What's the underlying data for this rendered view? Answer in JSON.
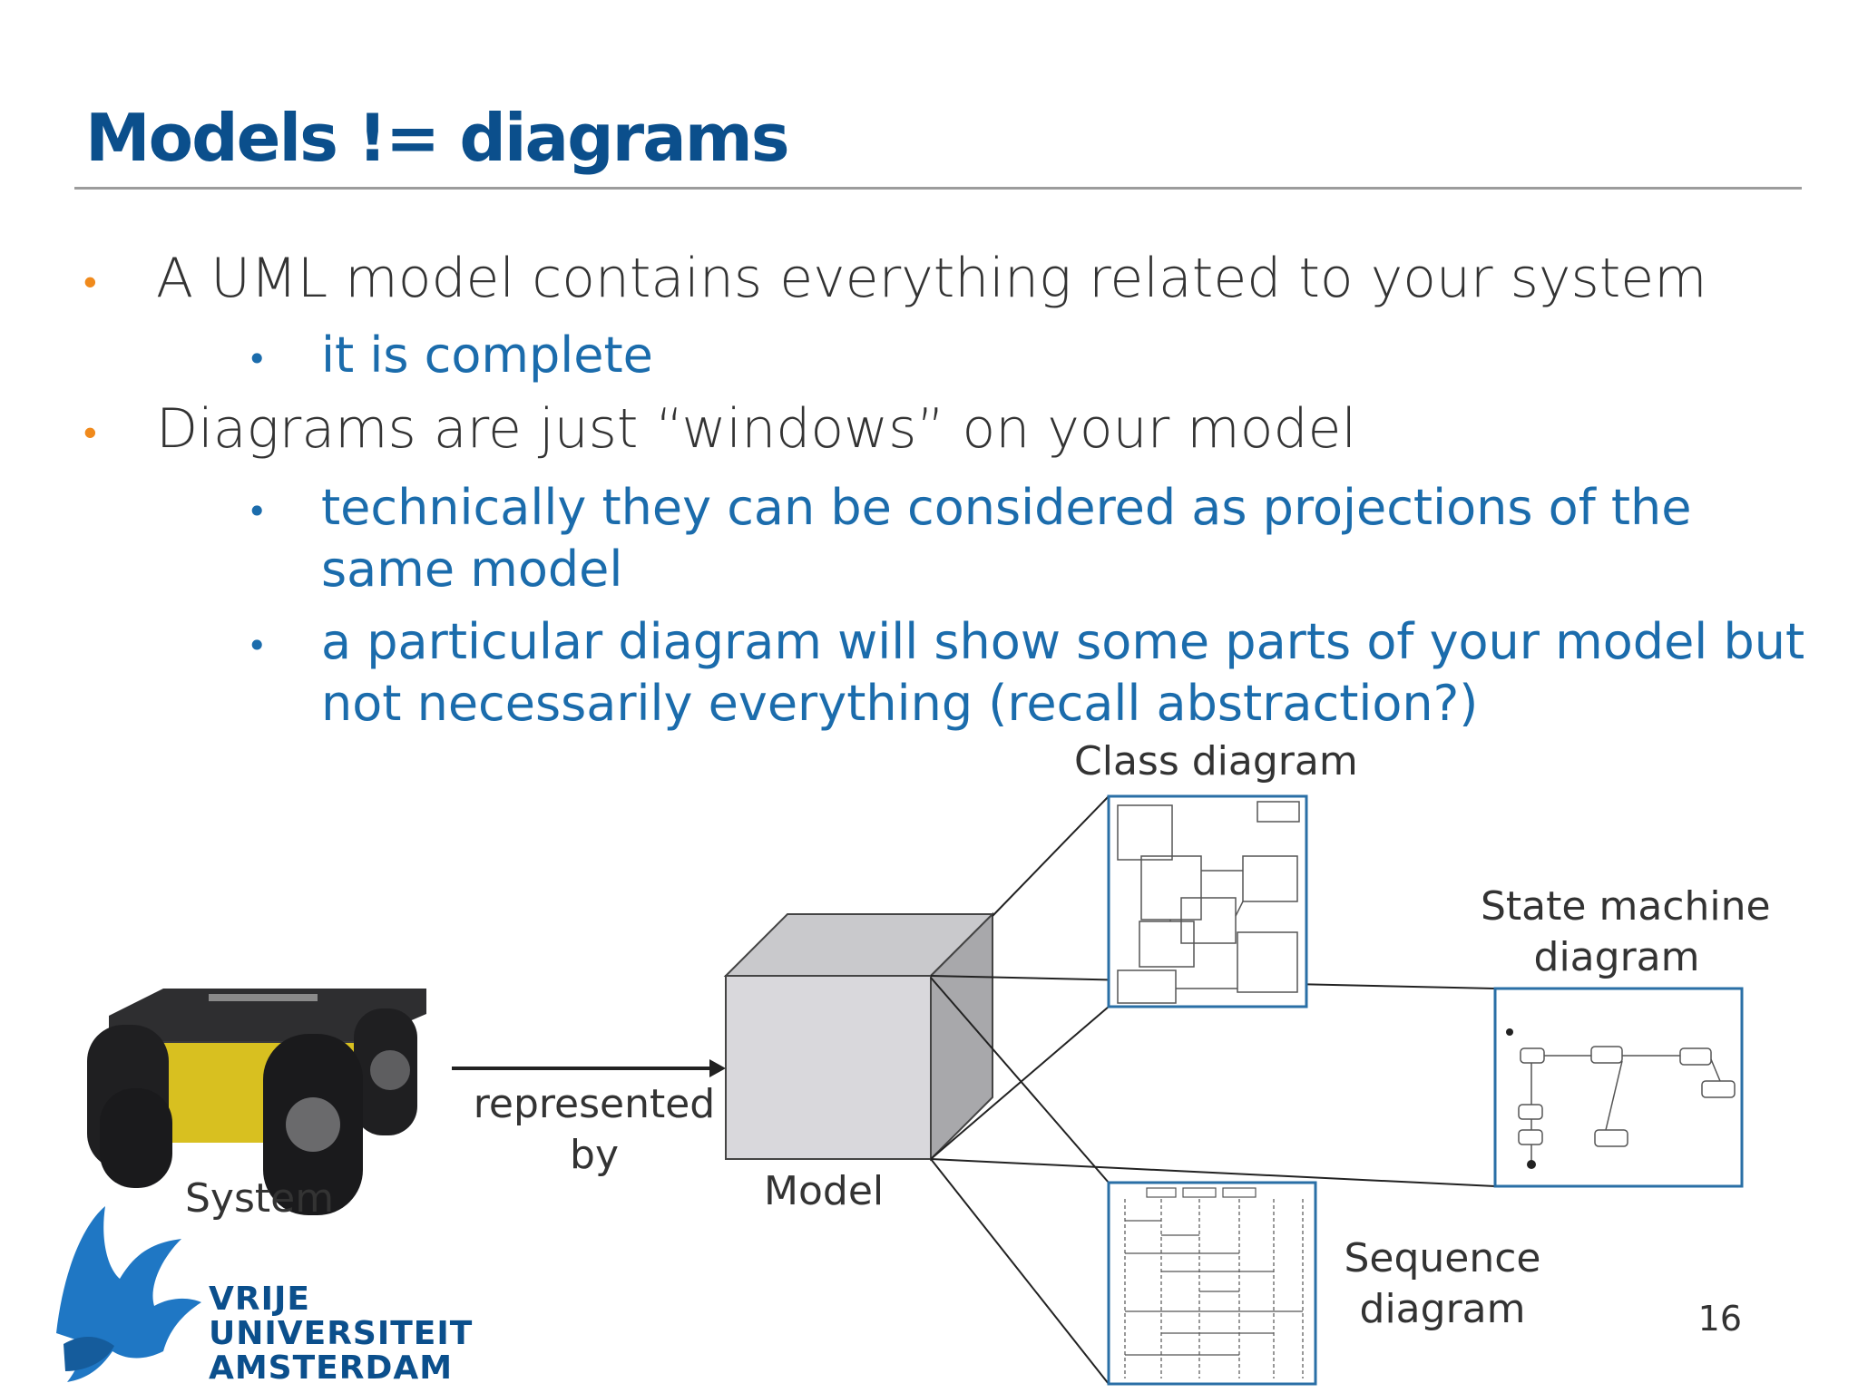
{
  "slide": {
    "title": "Models != diagrams",
    "page_number": "16"
  },
  "bullets": [
    {
      "level": 1,
      "text": "A UML model contains everything related to your system"
    },
    {
      "level": 2,
      "text": "it is complete"
    },
    {
      "level": 1,
      "text": "Diagrams are just “windows” on your model"
    },
    {
      "level": 2,
      "lines": [
        "technically they can be considered as projections of the",
        "same model"
      ]
    },
    {
      "level": 2,
      "lines": [
        "a particular diagram will show some parts of your model but",
        "not necessarily everything (recall abstraction?)"
      ]
    }
  ],
  "figure": {
    "system_label": "System",
    "arrow_label_line1": "represented",
    "arrow_label_line2": "by",
    "model_label": "Model",
    "class_diagram_label": "Class diagram",
    "state_machine_label_line1": "State machine",
    "state_machine_label_line2": "diagram",
    "sequence_label_line1": "Sequence",
    "sequence_label_line2": "diagram"
  },
  "logo": {
    "line1": "VRIJE",
    "line2": "UNIVERSITEIT",
    "line3": "AMSTERDAM"
  },
  "colors": {
    "title": "#0b4f8c",
    "bullet_l1": "#f08a1c",
    "sub_text": "#1b6cac",
    "body_text": "#333333",
    "frame_border": "#2a6fa6",
    "cube_front": "#d9d8dc",
    "cube_side": "#a8a8ab",
    "robot_yellow": "#d8c020"
  }
}
